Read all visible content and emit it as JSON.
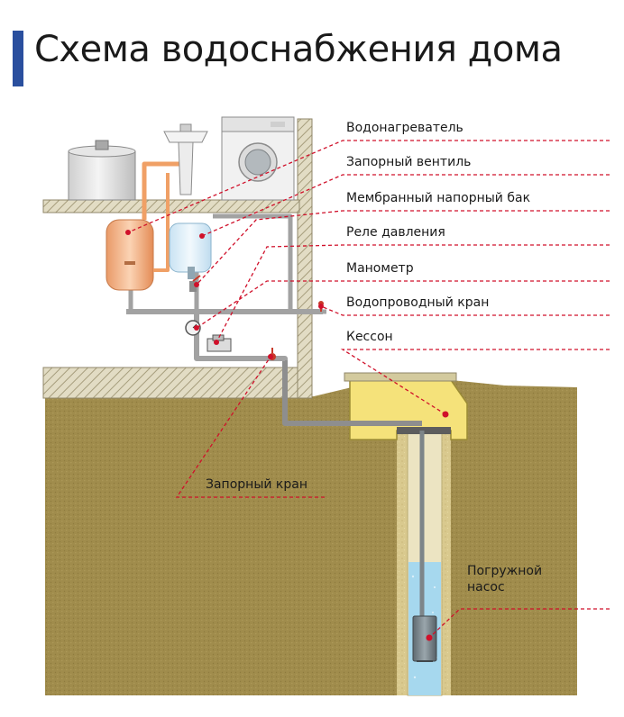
{
  "title": "Схема водоснабжения дома",
  "labels": {
    "water_heater": "Водонагреватель",
    "shutoff_valve": "Запорный вентиль",
    "membrane_tank": "Мембранный напорный бак",
    "pressure_relay": "Реле давления",
    "manometer": "Манометр",
    "water_tap": "Водопроводный кран",
    "caisson": "Кессон",
    "shutoff_cock": "Запорный кран",
    "pump_line1": "Погружной",
    "pump_line2": "насос"
  },
  "colors": {
    "accent": "#2a4f9e",
    "leader": "#d0102a",
    "ground": "#9e8a48",
    "caisson": "#f5e27a",
    "water": "#9fd4ec",
    "pipe": "#9a9a9a"
  }
}
